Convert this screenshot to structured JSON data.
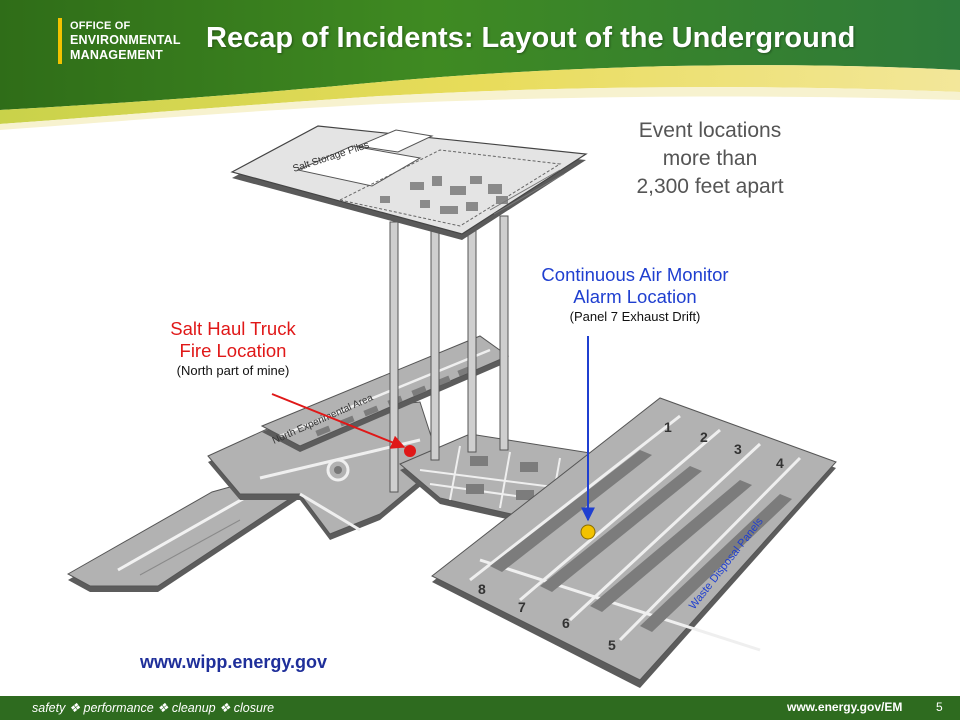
{
  "header": {
    "logo_line1": "OFFICE OF",
    "logo_line2": "ENVIRONMENTAL",
    "logo_line3": "MANAGEMENT",
    "title": "Recap of Incidents: Layout of the Underground"
  },
  "diagram": {
    "surface_label": "Salt Storage Piles",
    "north_area_label": "North Experimental Area",
    "waste_label": "Waste Disposal Panels",
    "panel_numbers": [
      "1",
      "2",
      "3",
      "4",
      "5",
      "6",
      "7",
      "8"
    ]
  },
  "callouts": {
    "event_note": [
      "Event locations",
      "more than",
      "2,300 feet apart"
    ],
    "air_monitor": {
      "line1": "Continuous Air Monitor",
      "line2": "Alarm Location",
      "sub": "(Panel 7 Exhaust Drift)",
      "color": "#1f3fd0"
    },
    "fire": {
      "line1": "Salt Haul Truck",
      "line2": "Fire Location",
      "sub": "(North part of mine)",
      "color": "#e01818"
    }
  },
  "url": "www.wipp.energy.gov",
  "footer": {
    "tagline": "safety ❖ performance ❖ cleanup ❖ closure",
    "site": "www.energy.gov/EM",
    "page": "5"
  },
  "colors": {
    "header_green": "#3d7a1e",
    "footer_green": "#2e6b1f",
    "mine_gray": "#a8a8a8",
    "fire_marker": "#e01818",
    "monitor_marker": "#f2c200"
  }
}
